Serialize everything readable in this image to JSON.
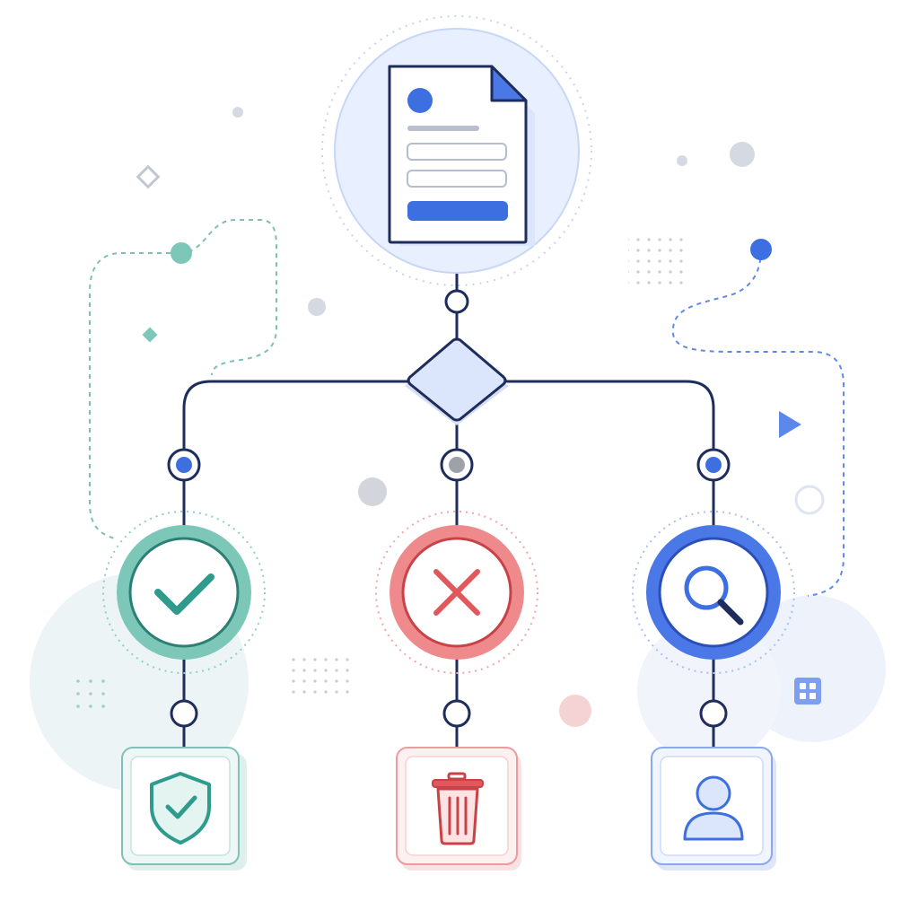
{
  "colors": {
    "background": "#ffffff",
    "line": "#1f2d5c",
    "blue": "#3d6fe0",
    "blue_light": "#e8efff",
    "teal": "#2f9b8c",
    "teal_light": "#e4f4f1",
    "red": "#e0585c",
    "red_light": "#fdecec",
    "gray": "#b8bcc8"
  },
  "diagram": {
    "start_node": {
      "icon": "form-document-icon"
    },
    "decision_node": {
      "icon": "decision-diamond-icon"
    },
    "branches": [
      {
        "key": "approve",
        "status_icon": "checkmark-icon",
        "result_icon": "shield-check-icon",
        "color": "teal"
      },
      {
        "key": "reject",
        "status_icon": "x-mark-icon",
        "result_icon": "trash-bin-icon",
        "color": "red"
      },
      {
        "key": "review",
        "status_icon": "magnifier-icon",
        "result_icon": "user-icon",
        "color": "blue"
      }
    ],
    "decorations": [
      "dot-grid",
      "dashed-path",
      "play-triangle-icon",
      "diamond-outline",
      "small-dots",
      "grid-squares-icon"
    ]
  }
}
